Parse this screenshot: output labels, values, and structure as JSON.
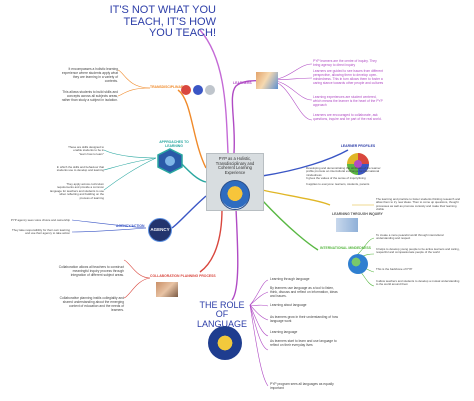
{
  "title": "IT'S NOT WHAT YOU TEACH, IT'S HOW YOU TEACH!",
  "center": "PYP as a Holistic, Transdisciplinary and Coherent Learning Experience",
  "branches": {
    "transdisciplinary": {
      "label": "TRANSDISCIPLINARITY",
      "notes": [
        "It encompasses a holistic learning experience where students apply what they are learning in a variety of contexts.",
        "This allows students to build skills and concepts across all subjects areas, rather than study a subject in isolation."
      ]
    },
    "approaches": {
      "label": "APPROACHES TO LEARNING",
      "notes": [
        "These are skills designed to enable students to be in \"learn how to learn\"",
        "In which the skills and behaviour that students use to develop and learning",
        "They apply across curriculum requirements and provide a common language for teachers and students to use when reflecting and building on the process of learning"
      ]
    },
    "agency": {
      "label": "AGENCY/ACTION",
      "logo": "AGENCY",
      "notes": [
        "PYP agency sees voice choice and ownership",
        "They take responsibility for their own learning and use their agency to take action"
      ]
    },
    "collaboration": {
      "label": "COLLABORATION PLANNING PROCESS",
      "notes": [
        "Collaboration allows all teachers to construct meaningful inquiry process through integration of different subject areas.",
        "Collaborative planning instils collegiality and shared understanding about the emerging context of education and the needs of learners."
      ]
    },
    "learners": {
      "label": "LEARNERS",
      "notes": [
        "PYP learners are the centre of inquiry. They bring agency to direct inquiry",
        "Learners are guided to see issues from different perspective, allowing them to develop open-mindedness. This in turn allows them to foster a caring stance towards other people and cultures",
        "Learning experiences are student centered, which means the learner is the heart of the PYP approach",
        "Learners are encouraged to collaborate, ask questions, inquire and be part of the real world."
      ]
    },
    "profile": {
      "label": "LEARNER PROFILES",
      "notes": [
        "Developing and demonstrating the attributes of the learner profile promote an intercultural exchange for international mindedness",
        "It gives the values of the sense of inquiry/living",
        "It applies to everyone: learners, students, parents"
      ]
    },
    "inquiry": {
      "label": "LEARNING THROUGH INQUIRY",
      "notes": [
        "The learning and practice to foster students thinking research and allow them to try new ideas. Then to come up questions, thought processes as well as promote curiosity and make their learning visible"
      ]
    },
    "international": {
      "label": "INTERNATIONAL MINDEDNESS",
      "notes": [
        "To create a more peaceful world through intercultural understanding and respect",
        "It helps to develop young people to be active learners and caring, respectful and compassionate people of the world",
        "This is the backbone of PYP",
        "It allow teachers and students to develop a mutual understanding to the world around them"
      ]
    },
    "language": {
      "label": "THE ROLE OF LANGUAGE",
      "notes": [
        "Learning through language",
        "By learners use language as a tool to listen, think, discuss and reflect on information, ideas and issues.",
        "Learning about language",
        "As learners grow in their understanding of how language work",
        "Learning language",
        "As learners start to learn and use language to reflect on their everyday lives",
        "PYP program sees all languages as equally important"
      ]
    }
  },
  "colors": {
    "purple": "#b04bc4",
    "blue": "#3a56c5",
    "teal": "#2aa7a0",
    "green": "#59b843",
    "orange": "#f08a2a",
    "red": "#d9473e",
    "magenta": "#d63c94",
    "gold": "#e0b626",
    "lightpurple": "#c46ad6",
    "navy": "#2d3ea8"
  }
}
